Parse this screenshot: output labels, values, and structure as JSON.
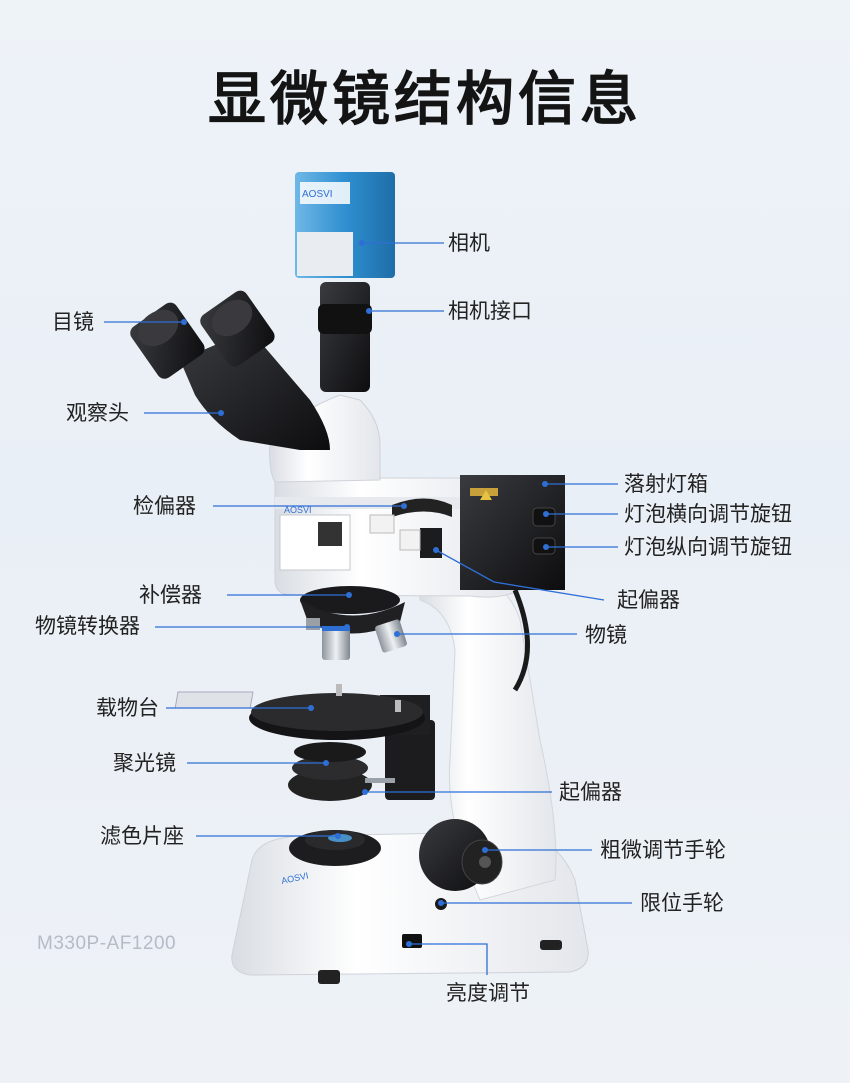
{
  "title": "显微镜结构信息",
  "model": "M330P-AF1200",
  "brand": "AOSVI",
  "colors": {
    "leader": "#2e6fd6",
    "dot": "#2e6fd6",
    "camera": "#2f8fd0",
    "body": "#f7f8fa",
    "dark": "#1d1d1f"
  },
  "labels": {
    "camera": "相机",
    "camera_port": "相机接口",
    "eyepiece": "目镜",
    "viewing_head": "观察头",
    "analyzer": "检偏器",
    "lamp_house": "落射灯箱",
    "bulb_h_knob": "灯泡横向调节旋钮",
    "bulb_v_knob": "灯泡纵向调节旋钮",
    "compensator": "补偿器",
    "polarizer_top": "起偏器",
    "nosepiece": "物镜转换器",
    "objective": "物镜",
    "stage": "载物台",
    "condenser": "聚光镜",
    "polarizer_bottom": "起偏器",
    "filter_holder": "滤色片座",
    "focus_knob": "粗微调节手轮",
    "limit_knob": "限位手轮",
    "brightness": "亮度调节"
  }
}
